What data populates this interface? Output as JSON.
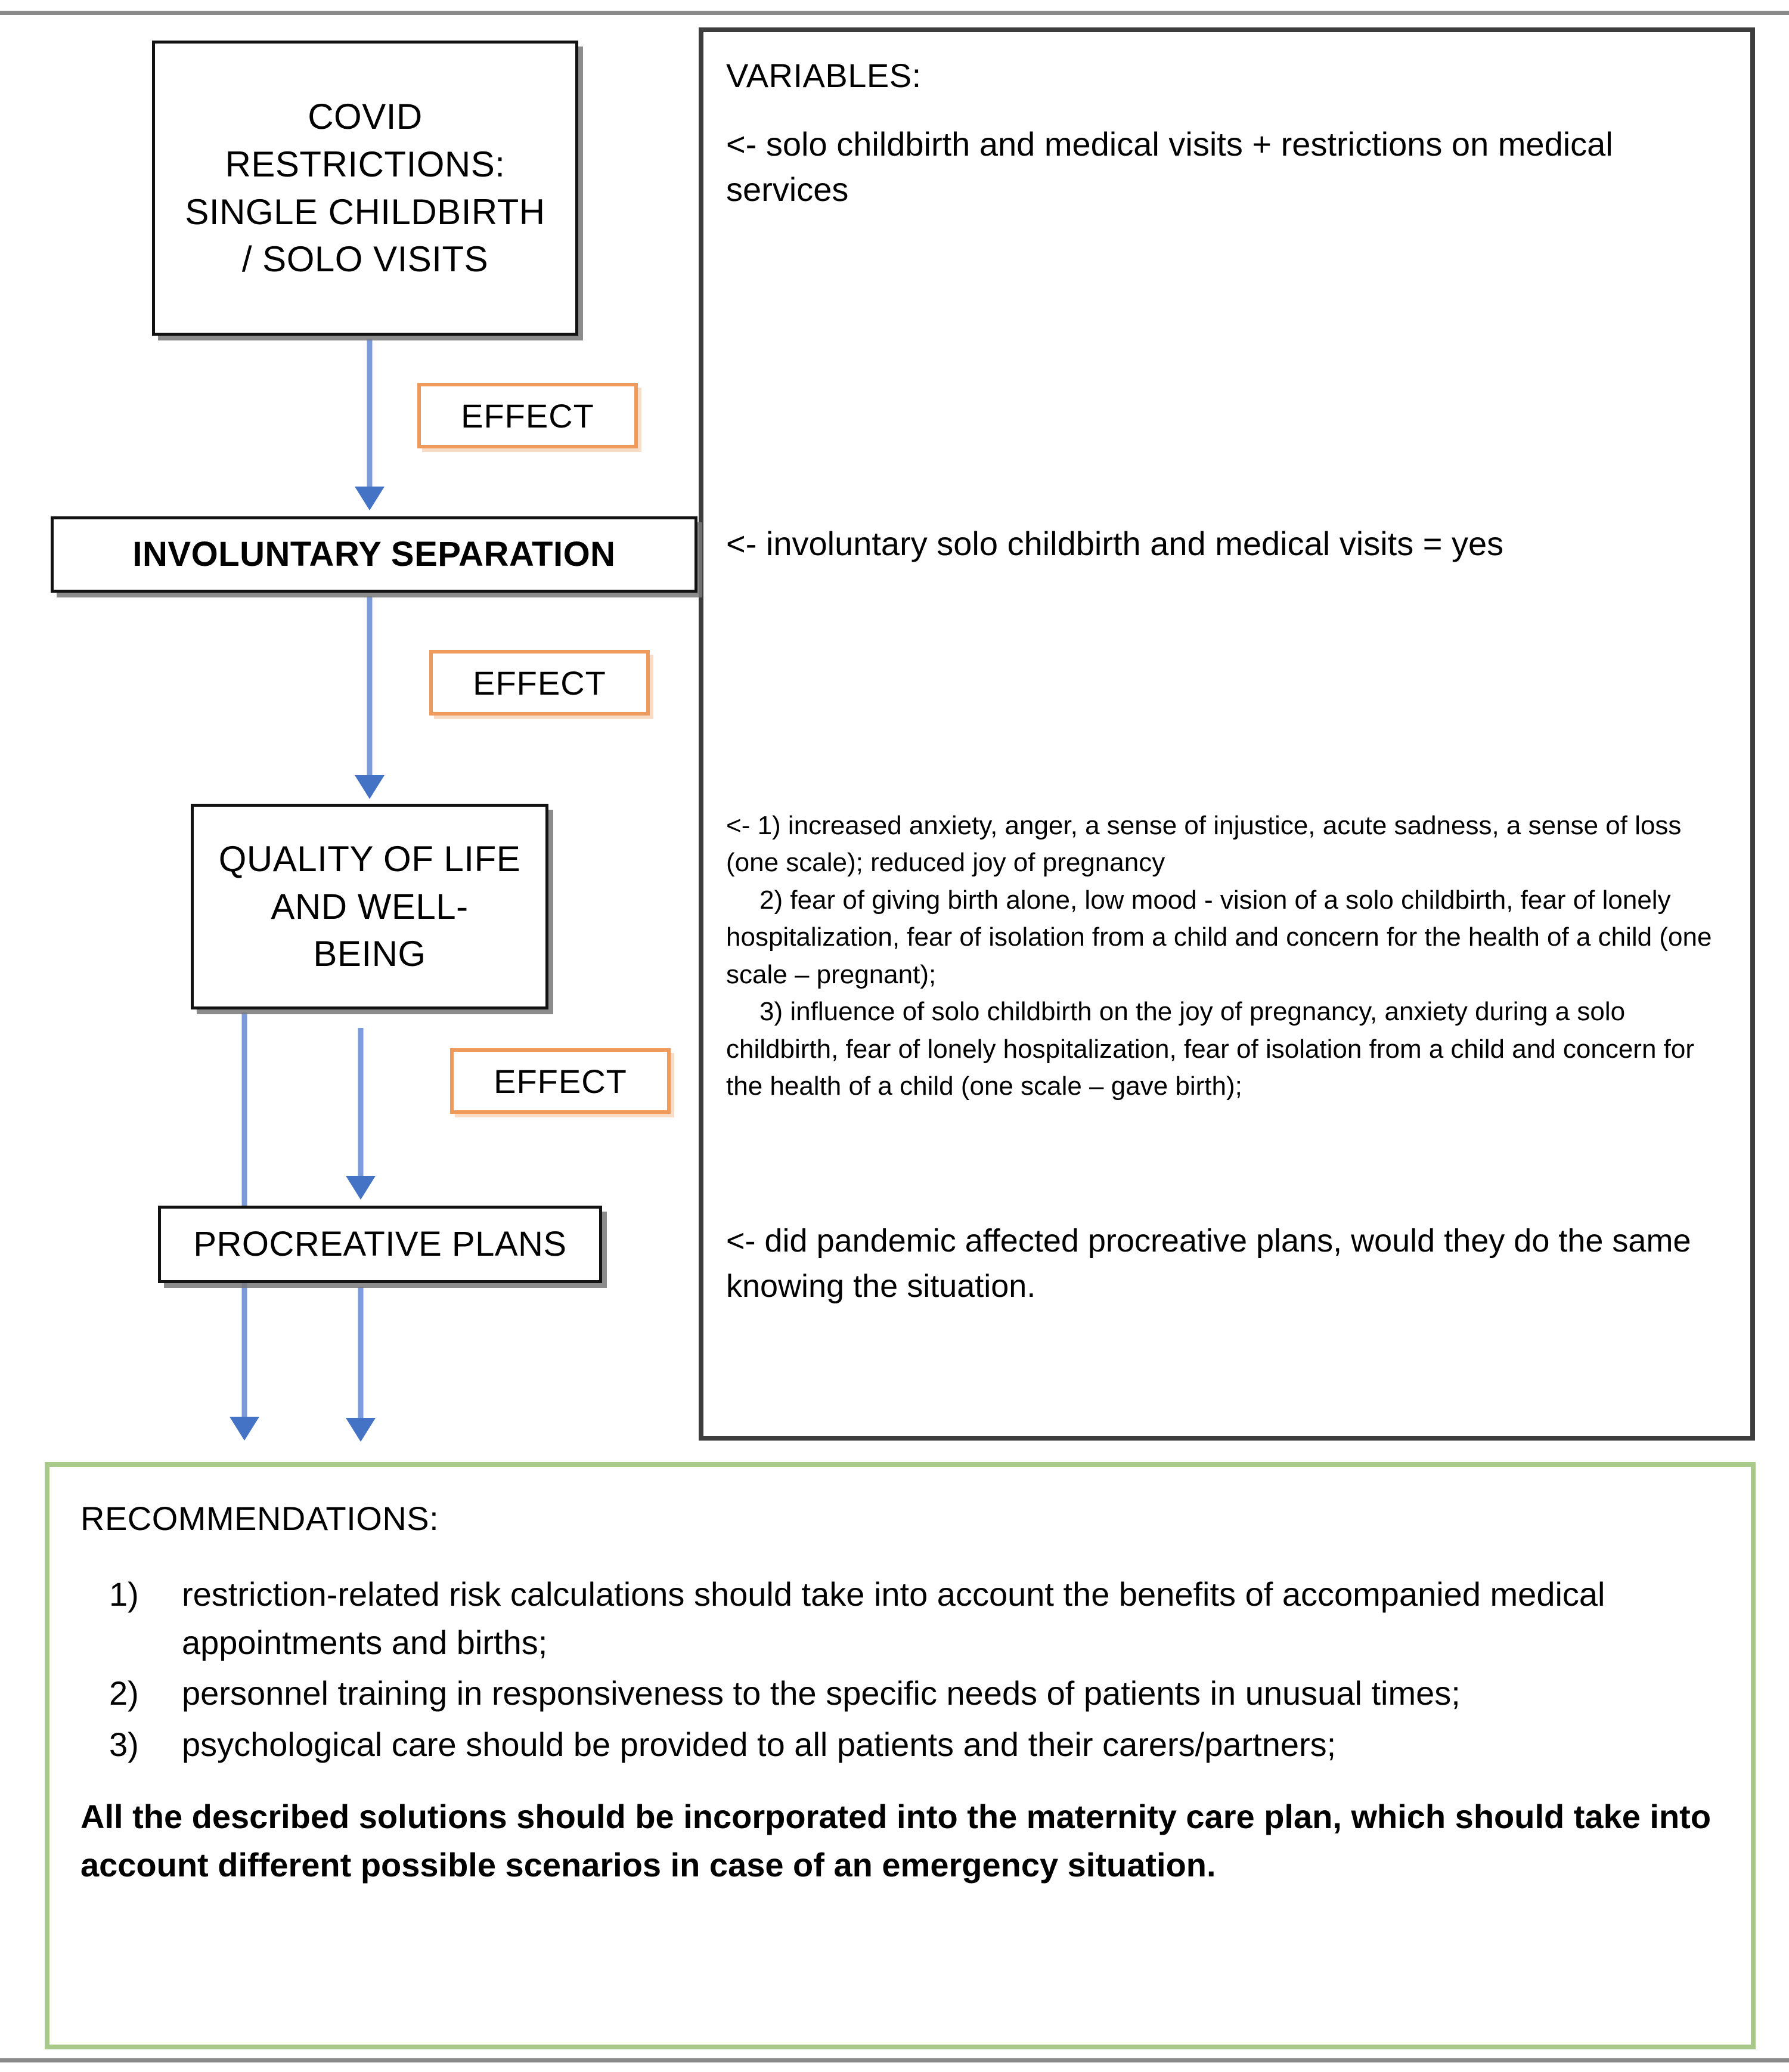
{
  "flow": {
    "boxes": [
      {
        "id": "covid",
        "label": "COVID\nRESTRICTIONS:\nSINGLE CHILDBIRTH\n/ SOLO VISITS"
      },
      {
        "id": "separation",
        "label": "INVOLUNTARY SEPARATION"
      },
      {
        "id": "quality",
        "label": "QUALITY OF LIFE\nAND WELL-\nBEING"
      },
      {
        "id": "procreative",
        "label": "PROCREATIVE PLANS"
      }
    ],
    "effect_labels": [
      "EFFECT",
      "EFFECT",
      "EFFECT"
    ]
  },
  "variables": {
    "title": "VARIABLES:",
    "line1": "<- solo childbirth and medical visits + restrictions on medical services",
    "line2": "<- involuntary solo childbirth and medical visits = yes",
    "items": [
      "<- 1) increased anxiety, anger, a sense of injustice, acute sadness, a sense of loss (one scale); reduced joy of pregnancy",
      "2) fear of giving birth alone, low mood - vision of a solo childbirth, fear of lonely hospitalization, fear of isolation from a child and concern for the health of a child (one scale – pregnant);",
      "3) influence of solo childbirth on the joy of pregnancy, anxiety during a solo childbirth, fear of lonely hospitalization, fear of isolation from a child and concern for the health of a child (one scale – gave birth);"
    ],
    "line4": "<- did pandemic affected procreative plans, would they do the same knowing the situation."
  },
  "recommendations": {
    "title": "RECOMMENDATIONS:",
    "items": [
      {
        "num": "1)",
        "text": "restriction-related risk calculations should take into account the benefits of  accompanied medical appointments and births;"
      },
      {
        "num": "2)",
        "text": "personnel training in responsiveness to the specific needs of patients in unusual times;"
      },
      {
        "num": "3)",
        "text": "psychological care should be provided to all patients and their carers/partners;"
      }
    ],
    "closing": "All the described solutions should be incorporated into the maternity care plan, which should take into account different possible scenarios in case of an emergency situation."
  },
  "colors": {
    "arrow": "#4472C4",
    "arrow_shaft": "#7B9BDB",
    "effect_border": "#ED9A5C",
    "box_border": "#121212",
    "variables_border": "#3d3d3d",
    "recommendations_border": "#A9C98A",
    "page_rule": "#8a8a8a"
  }
}
